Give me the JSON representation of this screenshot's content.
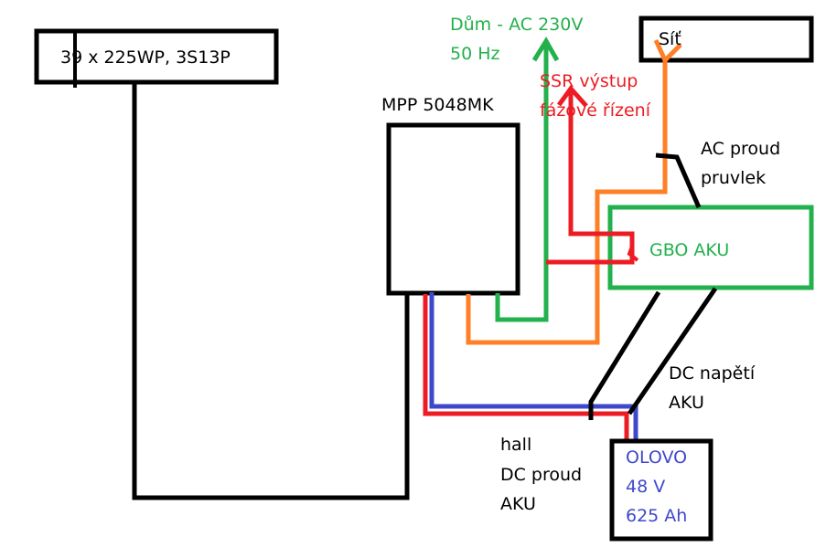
{
  "colors": {
    "black": "#000000",
    "green": "#22b14c",
    "red": "#ed1c24",
    "blue": "#3f48cc",
    "orange": "#ff7f27"
  },
  "nodes": {
    "solar_panels": {
      "label": "39 x 225WP, 3S13P"
    },
    "inverter": {
      "label": "MPP 5048MK"
    },
    "grid": {
      "label": "Síť"
    },
    "house": {
      "line1": "Dům - AC 230V",
      "line2": "50 Hz"
    },
    "ssr": {
      "line1": "SSR výstup",
      "line2": "fázové řízení"
    },
    "gbo": {
      "label": "GBO AKU"
    },
    "battery": {
      "line1": "OLOVO",
      "line2": "48 V",
      "line3": "625 Ah"
    }
  },
  "annotations": {
    "ac_current": {
      "line1": "AC proud",
      "line2": "pruvlek"
    },
    "dc_voltage": {
      "line1": "DC napětí",
      "line2": "AKU"
    },
    "hall": {
      "line1": "hall",
      "line2": "DC proud",
      "line3": "AKU"
    }
  }
}
